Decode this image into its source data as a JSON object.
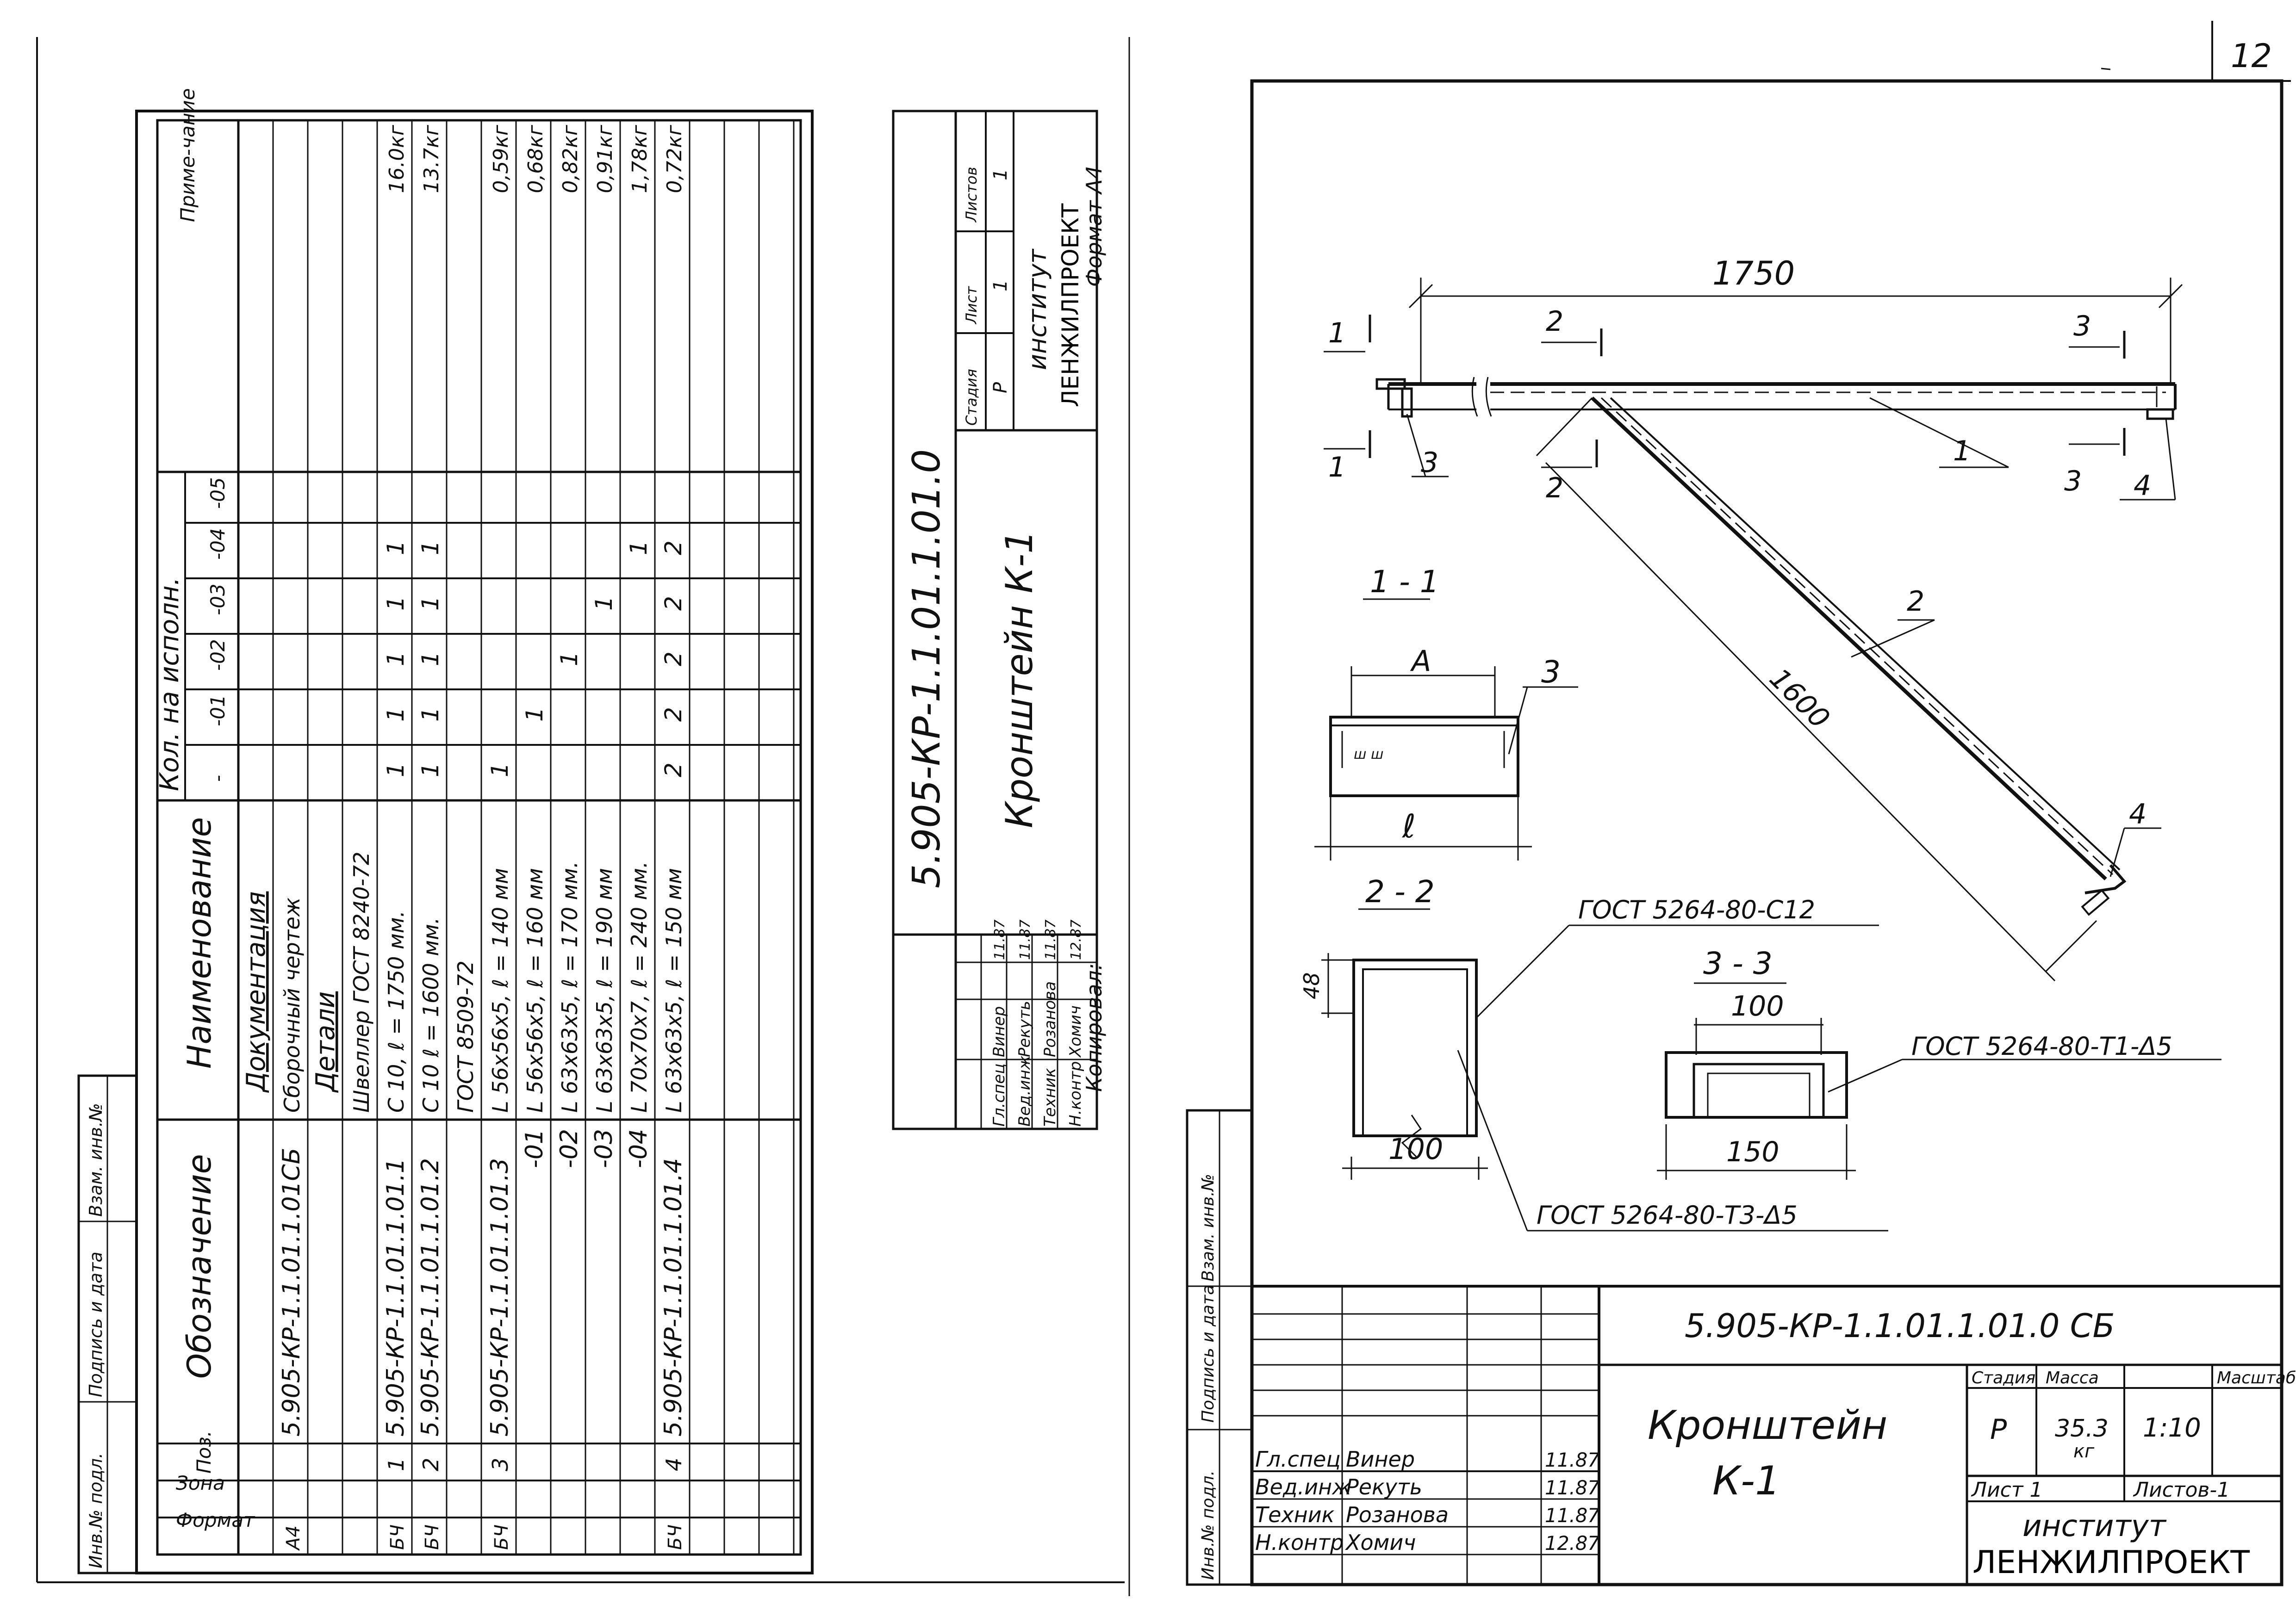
{
  "sheet_number": "12",
  "spec": {
    "headers": {
      "format": "Формат",
      "zone": "Зона",
      "pos": "Поз.",
      "designation": "Обозначение",
      "name": "Наименование",
      "qty": "Кол. на исполн.",
      "variants": [
        "-",
        "-01",
        "-02",
        "-03",
        "-04",
        "-05"
      ],
      "note": "Приме-чание"
    },
    "rows": [
      {
        "format": "",
        "pos": "",
        "designation": "",
        "name": "Документация",
        "q": [
          "",
          "",
          "",
          "",
          "",
          ""
        ],
        "note": "",
        "heading": true
      },
      {
        "format": "А4",
        "pos": "",
        "designation": "5.905-КР-1.1.01.1.01СБ",
        "name": "Сборочный чертеж",
        "q": [
          "",
          "",
          "",
          "",
          "",
          ""
        ],
        "note": ""
      },
      {
        "format": "",
        "pos": "",
        "designation": "",
        "name": "Детали",
        "q": [
          "",
          "",
          "",
          "",
          "",
          ""
        ],
        "note": "",
        "heading": true
      },
      {
        "format": "",
        "pos": "",
        "designation": "",
        "name": "Швеллер ГОСТ 8240-72",
        "q": [
          "",
          "",
          "",
          "",
          "",
          ""
        ],
        "note": ""
      },
      {
        "format": "БЧ",
        "pos": "1",
        "designation": "5.905-КР-1.1.01.1.01.1",
        "name": "С 10, ℓ = 1750 мм.",
        "q": [
          "1",
          "1",
          "1",
          "1",
          "1",
          ""
        ],
        "note": "16.0кг"
      },
      {
        "format": "БЧ",
        "pos": "2",
        "designation": "5.905-КР-1.1.01.1.01.2",
        "name": "С 10 ℓ = 1600 мм.",
        "q": [
          "1",
          "1",
          "1",
          "1",
          "1",
          ""
        ],
        "note": "13.7кг"
      },
      {
        "format": "",
        "pos": "",
        "designation": "",
        "name": "ГОСТ 8509-72",
        "q": [
          "",
          "",
          "",
          "",
          "",
          ""
        ],
        "note": ""
      },
      {
        "format": "БЧ",
        "pos": "3",
        "designation": "5.905-КР-1.1.01.1.01.3",
        "name": "L 56х56х5, ℓ = 140 мм",
        "q": [
          "1",
          "",
          "",
          "",
          "",
          ""
        ],
        "note": "0,59кг"
      },
      {
        "format": "",
        "pos": "",
        "designation": "-01",
        "name": "L 56х56х5, ℓ = 160 мм",
        "q": [
          "",
          "1",
          "",
          "",
          "",
          ""
        ],
        "note": "0,68кг"
      },
      {
        "format": "",
        "pos": "",
        "designation": "-02",
        "name": "L 63х63х5, ℓ = 170 мм.",
        "q": [
          "",
          "",
          "1",
          "",
          "",
          ""
        ],
        "note": "0,82кг"
      },
      {
        "format": "",
        "pos": "",
        "designation": "-03",
        "name": "L 63х63х5, ℓ = 190 мм",
        "q": [
          "",
          "",
          "",
          "1",
          "",
          ""
        ],
        "note": "0,91кг"
      },
      {
        "format": "",
        "pos": "",
        "designation": "-04",
        "name": "L 70х70х7, ℓ = 240 мм.",
        "q": [
          "",
          "",
          "",
          "",
          "1",
          ""
        ],
        "note": "1,78кг"
      },
      {
        "format": "БЧ",
        "pos": "4",
        "designation": "5.905-КР-1.1.01.1.01.4",
        "name": "L 63х63х5, ℓ = 150 мм",
        "q": [
          "2",
          "2",
          "2",
          "2",
          "2",
          ""
        ],
        "note": "0,72кг"
      },
      {
        "format": "",
        "pos": "",
        "designation": "",
        "name": "",
        "q": [
          "",
          "",
          "",
          "",
          "",
          ""
        ],
        "note": ""
      },
      {
        "format": "",
        "pos": "",
        "designation": "",
        "name": "",
        "q": [
          "",
          "",
          "",
          "",
          "",
          ""
        ],
        "note": ""
      },
      {
        "format": "",
        "pos": "",
        "designation": "",
        "name": "",
        "q": [
          "",
          "",
          "",
          "",
          "",
          ""
        ],
        "note": ""
      }
    ],
    "side_strip": [
      "Инв.№ подл.",
      "Подпись и дата",
      "Взам. инв.№"
    ],
    "title_block": {
      "code": "5.905-КР-1.1.01.1.01.0",
      "title": "Кронштейн К-1",
      "stage_label": "Стадия",
      "sheet_label": "Лист",
      "sheets_label": "Листов",
      "stage": "Р",
      "sheet": "1",
      "sheets": "1",
      "org_line1": "институт",
      "org_line2": "ЛЕНЖИЛПРОЕКТ",
      "people": [
        {
          "role": "Гл.спец",
          "name": "Винер",
          "date": "11.87"
        },
        {
          "role": "Вед.инж",
          "name": "Рекуть",
          "date": "11.87"
        },
        {
          "role": "Техник",
          "name": "Розанова",
          "date": "11.87"
        },
        {
          "role": "Н.контр",
          "name": "Хомич",
          "date": "12.87"
        }
      ]
    },
    "copied": "Копировал:",
    "format": "Формат А4"
  },
  "drawing": {
    "dim_top": "1750",
    "dim_diag": "1600",
    "section_marks": [
      "1",
      "1",
      "2",
      "2",
      "3",
      "3"
    ],
    "leaders": [
      "1",
      "2",
      "3",
      "4",
      "3",
      "4"
    ],
    "sec11": {
      "title": "1 - 1",
      "A": "A",
      "l": "ℓ",
      "pos": "3"
    },
    "sec22": {
      "title": "2 - 2",
      "h": "48",
      "w": "100"
    },
    "sec33": {
      "title": "3 - 3",
      "w1": "100",
      "w2": "150"
    },
    "weld1": "ГОСТ 5264-80-С12",
    "weld2": "ГОСТ 5264-80-Т1-Δ5",
    "weld3": "ГОСТ 5264-80-Т3-Δ5",
    "title_block": {
      "code": "5.905-КР-1.1.01.1.01.0 СБ",
      "title_line1": "Кронштейн",
      "title_line2": "К-1",
      "stage_label": "Стадия",
      "mass_label": "Масса",
      "scale_label": "Масштаб",
      "stage": "Р",
      "mass": "35.3",
      "mass_unit": "кг",
      "scale": "1:10",
      "sheet_label": "Лист 1",
      "sheets_label": "Листов-1",
      "org_line1": "институт",
      "org_line2": "ЛЕНЖИЛПРОЕКТ",
      "people": [
        {
          "role": "Гл.спец",
          "name": "Винер",
          "date": "11.87"
        },
        {
          "role": "Вед.инж",
          "name": "Рекуть",
          "date": "11.87"
        },
        {
          "role": "Техник",
          "name": "Розанова",
          "date": "11.87"
        },
        {
          "role": "Н.контр",
          "name": "Хомич",
          "date": "12.87"
        }
      ]
    },
    "side_strip": [
      "Инв.№ подл.",
      "Подпись и дата",
      "Взам. инв.№"
    ]
  }
}
